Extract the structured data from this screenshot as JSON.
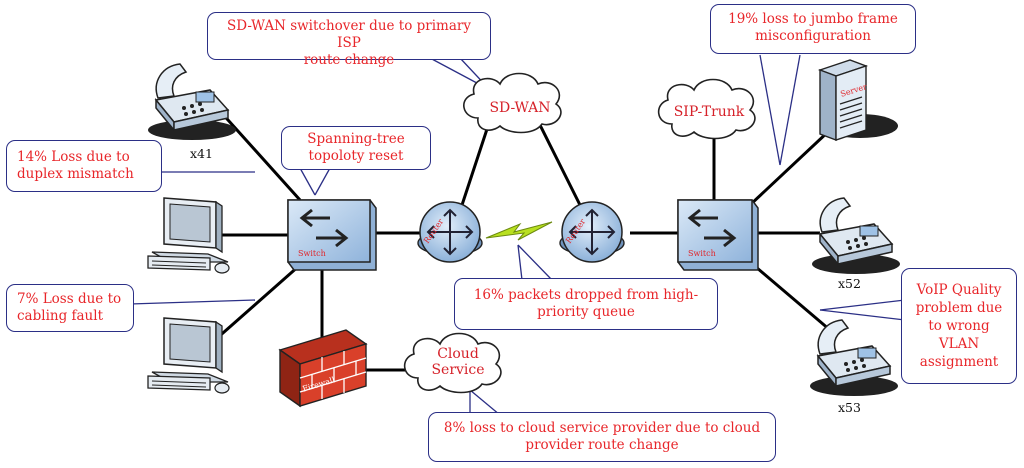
{
  "callouts": {
    "sdwan_switchover": [
      "SD-WAN switchover due to primary ISP",
      "route change"
    ],
    "spanning_tree": [
      "Spanning-tree",
      "topoloty reset"
    ],
    "duplex": [
      "14% Loss due to",
      "duplex mismatch"
    ],
    "cabling": [
      "7% Loss due to",
      "cabling fault"
    ],
    "jumbo": [
      "19% loss to jumbo frame",
      "misconfiguration"
    ],
    "queue": [
      "16% packets dropped from high-",
      "priority queue"
    ],
    "voip": [
      "VoIP Quality",
      "problem due",
      "to wrong",
      "VLAN",
      "assignment"
    ],
    "cloud_provider": [
      "8% loss to cloud service provider due to cloud",
      "provider route change"
    ]
  },
  "clouds": {
    "sdwan": "SD-WAN",
    "siptrunk": "SIP-Trunk",
    "cloud_service": [
      "Cloud",
      "Service"
    ]
  },
  "extensions": {
    "x41": "x41",
    "x52": "x52",
    "x53": "x53"
  },
  "device_labels": {
    "switch": "Switch",
    "router": "Router",
    "firewall": "Firewall",
    "server": "Server"
  },
  "colors": {
    "callout_border": "#2b2f86",
    "callout_text": "#e8262a",
    "device_blue": "#b9d4ef",
    "firewall_red": "#d9402a",
    "link_bolt": "#b8e020"
  }
}
